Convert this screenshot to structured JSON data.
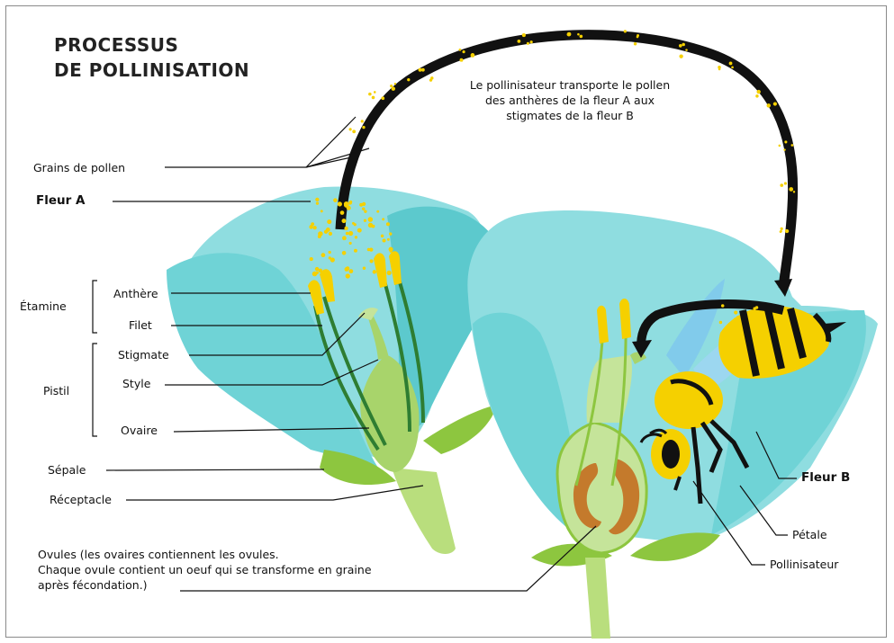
{
  "title": {
    "line1": "PROCESSUS",
    "line2": "DE POLLINISATION"
  },
  "caption": {
    "line1": "Le pollinisateur transporte le pollen",
    "line2": "des anthères de la fleur A aux",
    "line3": "stigmates de la fleur B"
  },
  "labels": {
    "grains": "Grains de pollen",
    "fleur_a": "Fleur A",
    "etamine": "Étamine",
    "anthere": "Anthère",
    "filet": "Filet",
    "pistil": "Pistil",
    "stigmate": "Stigmate",
    "style": "Style",
    "ovaire": "Ovaire",
    "sepale": "Sépale",
    "receptacle": "Réceptacle",
    "fleur_b": "Fleur B",
    "petale": "Pétale",
    "pollinisateur": "Pollinisateur"
  },
  "ovules": {
    "line1": "Ovules (les ovaires contiennent les ovules.",
    "line2": "Chaque ovule contient un oeuf qui se transforme en graine",
    "line3": "après fécondation.)"
  },
  "colors": {
    "petal": "#6fd3d6",
    "petal_light": "#a6e7e8",
    "green": "#8dc63f",
    "green_light": "#c5e49a",
    "stem_dark": "#2e7d32",
    "pollen": "#f5d000",
    "arrow": "#111111",
    "ovule": "#c47a2c",
    "wing": "#7fc8ec"
  }
}
